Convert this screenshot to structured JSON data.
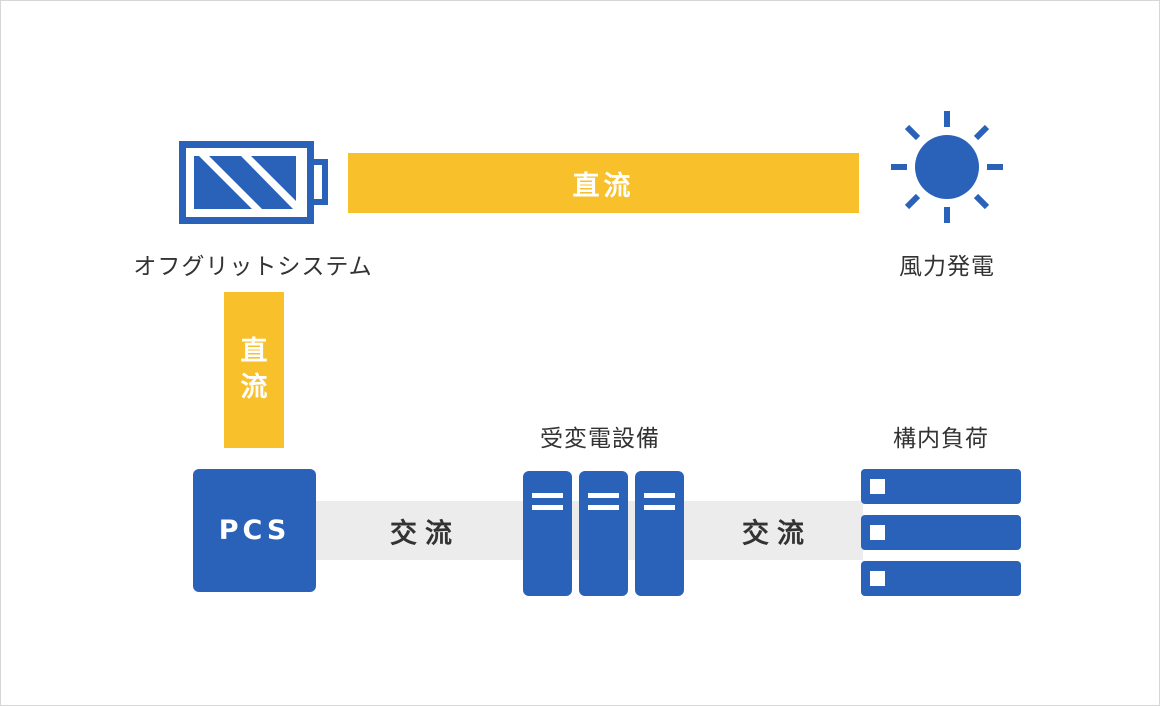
{
  "colors": {
    "blue": "#2a62b9",
    "yellow": "#f8c12c",
    "band": "#ececec",
    "text": "#333333"
  },
  "nodes": {
    "battery": {
      "label": "オフグリットシステム",
      "icon": "battery-icon"
    },
    "wind": {
      "label": "風力発電",
      "icon": "sun-icon"
    },
    "pcs": {
      "label": "PCS"
    },
    "substation": {
      "label": "受変電設備",
      "icon": "server-rack-icon"
    },
    "load": {
      "label": "構内負荷",
      "icon": "load-list-icon"
    }
  },
  "links": {
    "wind_to_battery": "直流",
    "battery_to_pcs_1": "直",
    "battery_to_pcs_2": "流",
    "pcs_to_substation": "交流",
    "substation_to_load": "交流"
  }
}
